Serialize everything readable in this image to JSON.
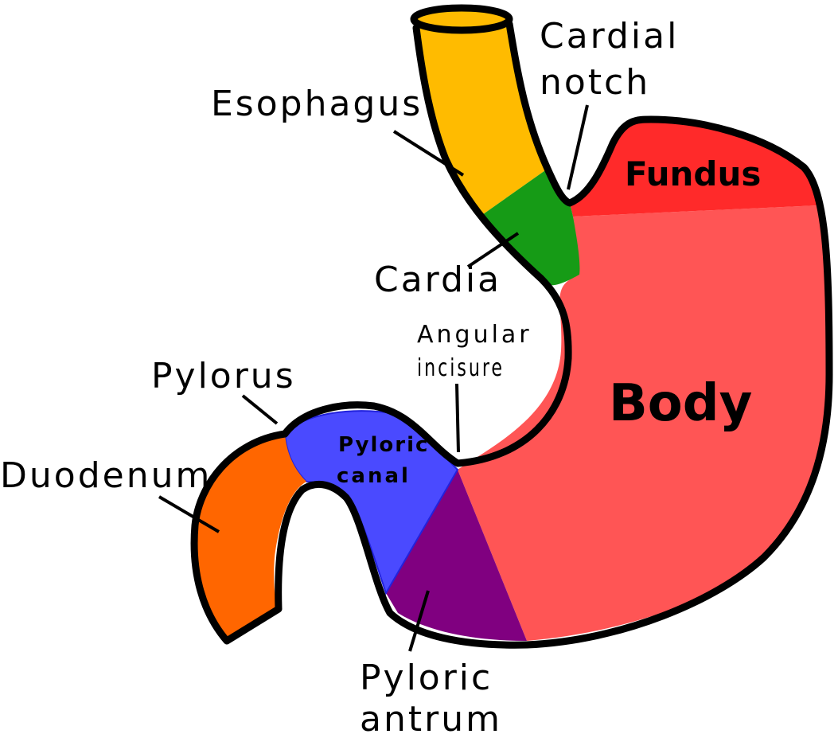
{
  "labels": {
    "esophagus": "Esophagus",
    "cardial_notch_line1": "Cardial",
    "cardial_notch_line2": "notch",
    "fundus": "Fundus",
    "cardia": "Cardia",
    "angular_incisure_line1": "Angular",
    "angular_incisure_line2": "incisure",
    "body": "Body",
    "pylorus": "Pylorus",
    "pyloric_canal_line1": "Pyloric",
    "pyloric_canal_line2": "canal",
    "duodenum": "Duodenum",
    "pyloric_antrum_line1": "Pyloric",
    "pyloric_antrum_line2": "antrum"
  },
  "colors": {
    "esophagus": "#FFBB00",
    "cardia": "#169B16",
    "fundus": "#FF2A2A",
    "body": "#FF5555",
    "pyloric_antrum": "#800080",
    "pyloric_canal": "#4A4AFF",
    "duodenum": "#FF6600",
    "outline": "#000000"
  }
}
